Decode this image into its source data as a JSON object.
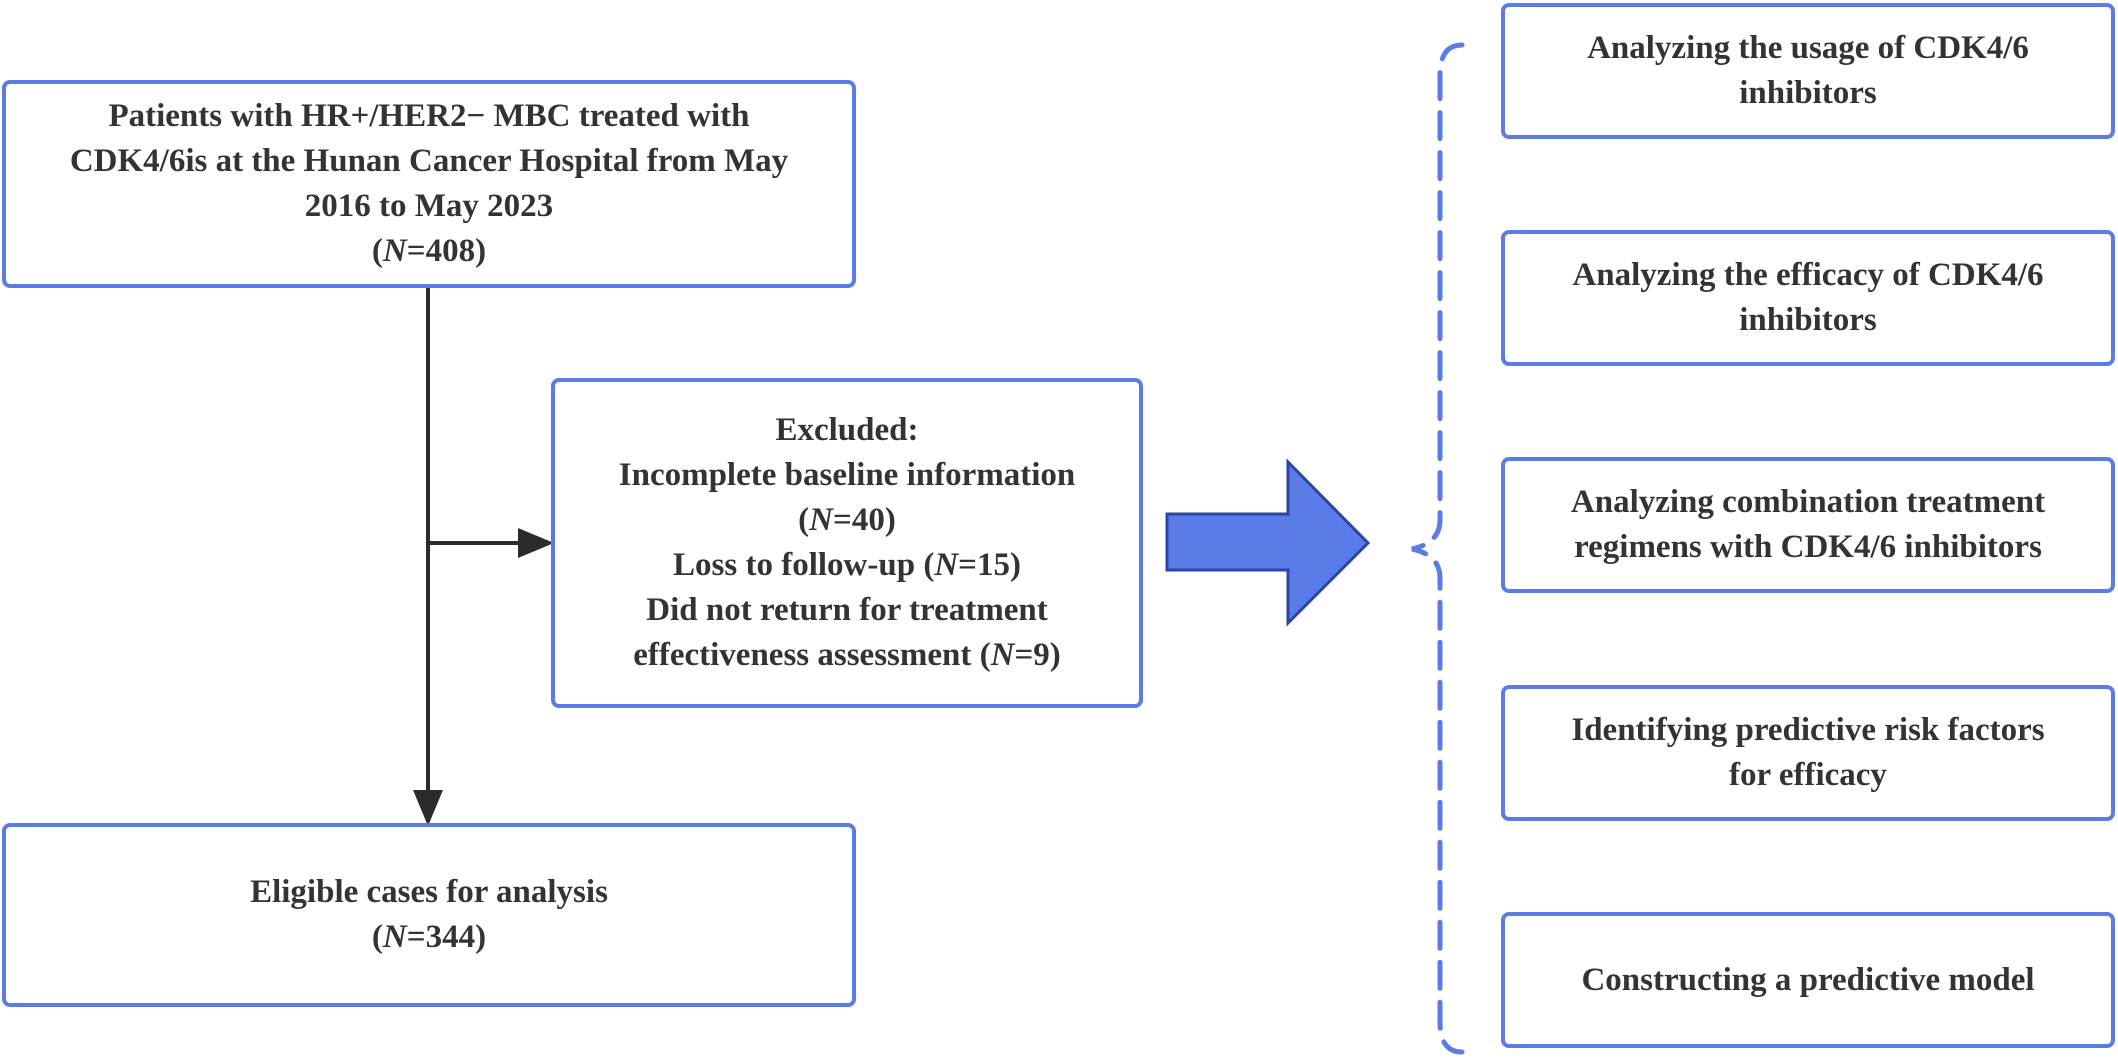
{
  "flow": {
    "start": {
      "lines": [
        "Patients with HR+/HER2− MBC treated with",
        "CDK4/6is at the Hunan Cancer Hospital from May",
        "2016 to May 2023"
      ],
      "count": {
        "prefix": "(",
        "var": "N",
        "rest": "=408)"
      }
    },
    "excluded": {
      "heading": "Excluded:",
      "reason1": "Incomplete baseline information",
      "reason1_count": {
        "prefix": "(",
        "var": "N",
        "rest": "=40)"
      },
      "reason2": {
        "text": "Loss to follow-up (",
        "var": "N",
        "rest": "=15)"
      },
      "reason3_line1": "Did not return for treatment",
      "reason3_line2": {
        "text": "effectiveness assessment (",
        "var": "N",
        "rest": "=9)"
      }
    },
    "eligible": {
      "label": "Eligible cases for analysis",
      "count": {
        "prefix": "(",
        "var": "N",
        "rest": "=344)"
      }
    }
  },
  "analyses": [
    {
      "line1": "Analyzing the usage of CDK4/6",
      "line2": "inhibitors"
    },
    {
      "line1": "Analyzing the efficacy of CDK4/6",
      "line2": "inhibitors"
    },
    {
      "line1": "Analyzing combination treatment",
      "line2": "regimens with CDK4/6 inhibitors"
    },
    {
      "line1": "Identifying predictive risk factors",
      "line2": "for efficacy"
    },
    {
      "line1": "Constructing a predictive model",
      "line2": ""
    }
  ],
  "colors": {
    "box_border": "#5b7be6",
    "connector": "#2b2b2b",
    "big_arrow_fill": "#5b7be6",
    "big_arrow_stroke": "#2a44a8",
    "text": "#333333"
  }
}
